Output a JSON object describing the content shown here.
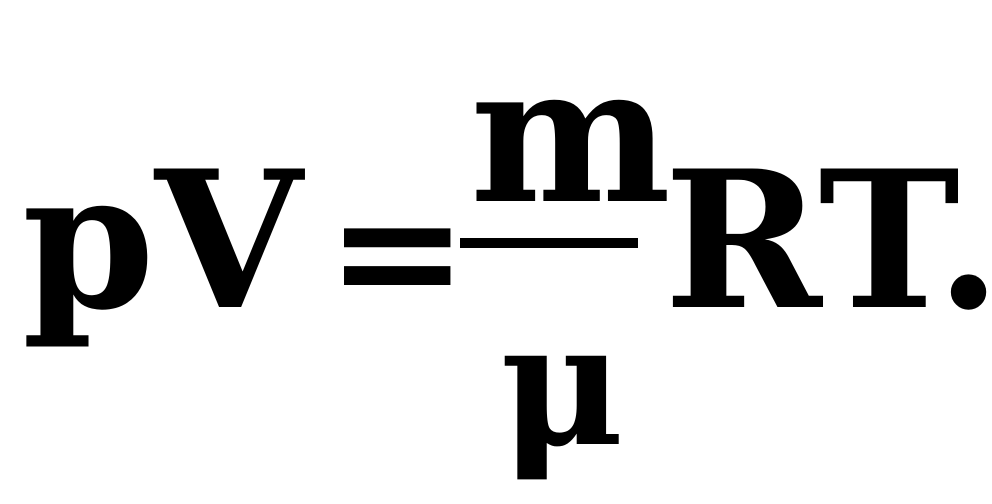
{
  "equation": {
    "lhs": "pV",
    "equals": "=",
    "numerator": "m",
    "denominator": "μ",
    "rhs": "RT."
  },
  "colors": {
    "text": "#000000",
    "background": "#ffffff"
  }
}
